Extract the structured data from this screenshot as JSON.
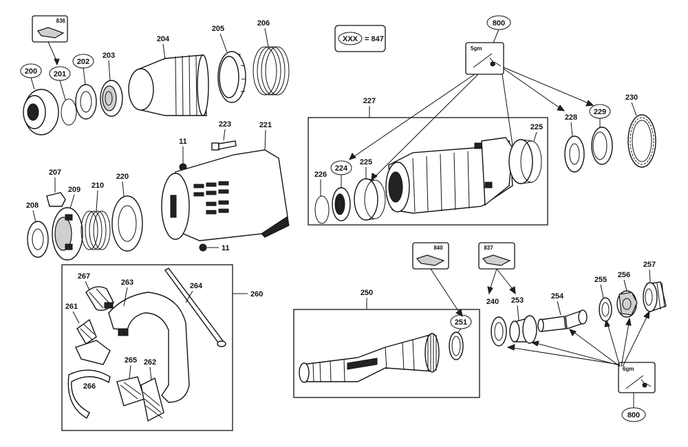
{
  "legend": {
    "symbol": "XXX",
    "equals": "= 847"
  },
  "grease_top": {
    "amount": "5gm",
    "callout": "800"
  },
  "grease_bottom": {
    "amount": "6gm",
    "callout": "800"
  },
  "kits": {
    "k836": "836",
    "k840": "840",
    "k837": "837"
  },
  "labels": {
    "p200": "200",
    "p201": "201",
    "p202": "202",
    "p203": "203",
    "p204": "204",
    "p205": "205",
    "p206": "206",
    "p207": "207",
    "p208": "208",
    "p209": "209",
    "p210": "210",
    "p220": "220",
    "p221": "221",
    "p223": "223",
    "p11a": "11",
    "p11b": "11",
    "p227": "227",
    "p224": "224",
    "p225a": "225",
    "p225b": "225",
    "p226": "226",
    "p228": "228",
    "p229": "229",
    "p230": "230",
    "p260": "260",
    "p261": "261",
    "p262": "262",
    "p263": "263",
    "p264": "264",
    "p265": "265",
    "p266": "266",
    "p267": "267",
    "p250": "250",
    "p251": "251",
    "p240": "240",
    "p253": "253",
    "p254": "254",
    "p255": "255",
    "p256": "256",
    "p257": "257"
  }
}
